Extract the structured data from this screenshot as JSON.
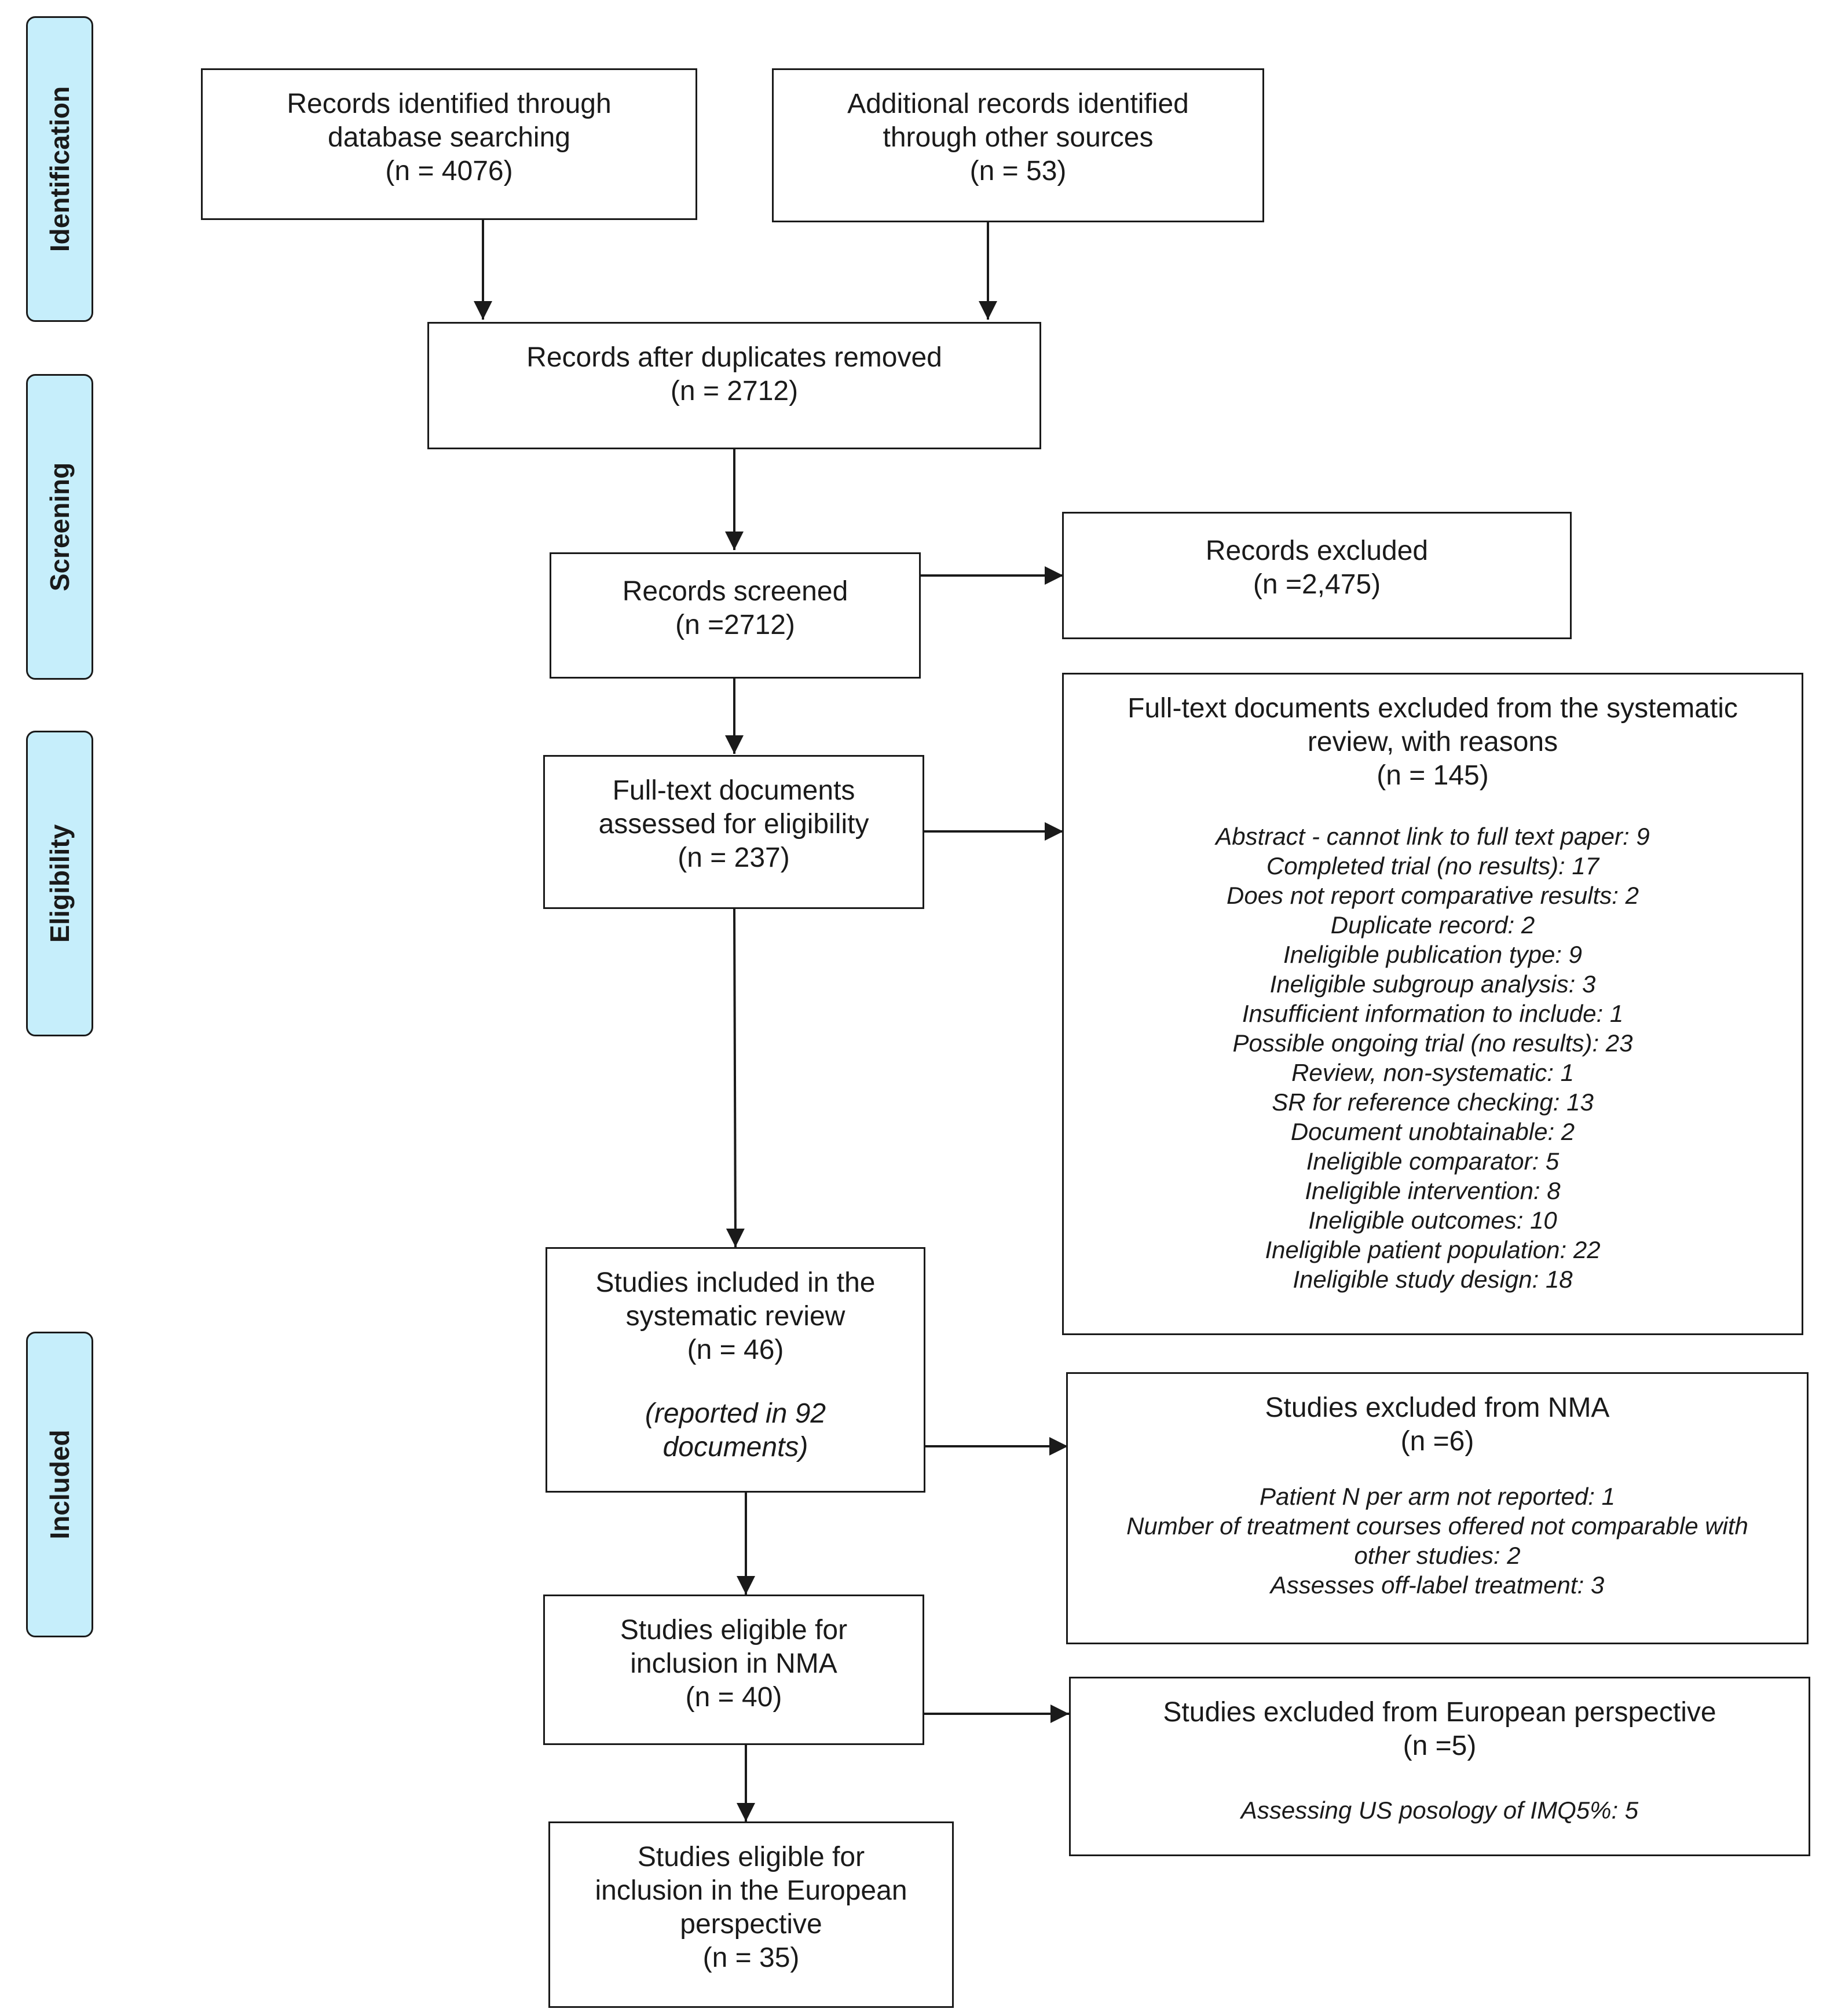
{
  "stages": {
    "identification": "Identification",
    "screening": "Screening",
    "eligibility": "Eligibility",
    "included": "Included"
  },
  "boxes": {
    "database_search": {
      "lines": [
        "Records identified through",
        "database searching",
        "(n = 4076)"
      ]
    },
    "other_sources": {
      "lines": [
        "Additional records identified",
        "through other sources",
        "(n = 53)"
      ]
    },
    "duplicates_removed": {
      "lines": [
        "Records after duplicates removed",
        "(n = 2712)"
      ]
    },
    "screened": {
      "lines": [
        "Records screened",
        "(n =2712)"
      ]
    },
    "excluded_records": {
      "lines": [
        "Records excluded",
        "(n =2,475)"
      ]
    },
    "fulltext_assessed": {
      "lines": [
        "Full-text documents",
        "assessed for eligibility",
        "(n = 237)"
      ]
    },
    "fulltext_excluded": {
      "lines": [
        "Full-text documents excluded from the systematic",
        "review, with reasons",
        "(n = 145)"
      ],
      "reasons": [
        "Abstract - cannot link to full text paper: 9",
        "Completed trial (no results): 17",
        "Does not report comparative results: 2",
        "Duplicate record: 2",
        "Ineligible publication type: 9",
        "Ineligible subgroup analysis: 3",
        "Insufficient information to include: 1",
        "Possible ongoing trial (no results): 23",
        "Review, non-systematic: 1",
        "SR for reference checking: 13",
        "Document unobtainable: 2",
        "Ineligible comparator: 5",
        "Ineligible intervention: 8",
        "Ineligible outcomes: 10",
        "Ineligible patient population: 22",
        "Ineligible study design: 18"
      ]
    },
    "included_sr": {
      "lines": [
        "Studies included in the",
        "systematic review",
        "(n = 46)"
      ],
      "note": [
        "(reported  in 92",
        "documents)"
      ]
    },
    "excluded_nma": {
      "lines": [
        "Studies excluded from NMA",
        "(n =6)"
      ],
      "reasons": [
        "Patient N per arm not reported: 1",
        "Number of treatment courses offered not comparable with",
        "other studies: 2",
        "Assesses off-label treatment: 3"
      ]
    },
    "eligible_nma": {
      "lines": [
        "Studies eligible for",
        "inclusion in NMA",
        "(n = 40)"
      ]
    },
    "excluded_european": {
      "lines": [
        "Studies excluded from European perspective",
        "(n =5)"
      ],
      "reasons": [
        "Assessing US posology of IMQ5%: 5"
      ]
    },
    "eligible_european": {
      "lines": [
        "Studies eligible for",
        "inclusion in the European",
        "perspective",
        "(n = 35)"
      ]
    }
  }
}
